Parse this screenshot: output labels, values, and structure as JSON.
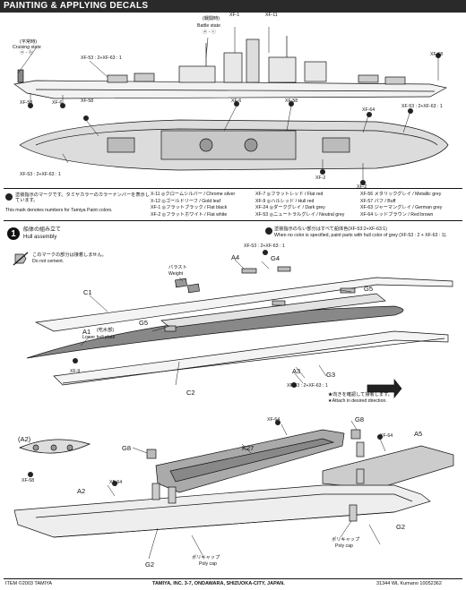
{
  "header": {
    "title": "PAINTING & APPLYING DECALS"
  },
  "top": {
    "cruising_label_jp": "(平常時)",
    "cruising_label": "Cruising state",
    "cruising_ab": "ⓐ - ⓑ",
    "battle_label_jp": "(戦闘時)",
    "battle_label": "Battle state",
    "battle_ab": "ⓐ - ⓒ",
    "xf_53_63": "XF-53 : 2+XF-63 : 1",
    "xf_53_63b": "XF-53 : 2+XF-63 : 1",
    "xf_53_63c": "XF-53 : 2+XF-63 : 1",
    "xf_53_63d": "XF-53 : 2+XF-63 : 1",
    "xf_58": "XF-58",
    "xf_58b": "XF-58",
    "xf_58c": "XF-58",
    "xf_58d": "XF-58",
    "xf_58e": "XF-58",
    "xf_1": "XF-1",
    "xf_11": "XF-11",
    "xf_6": "XF-6",
    "xf_6b": "XF-6",
    "xf_64": "XF-64",
    "xf_2": "XF-2",
    "xf_2b": "XF-2"
  },
  "legend_note_jp": "塗装指示のマークです。タミヤカラーのカラーナンバーを表示しています。",
  "legend_note": "This mark denotes numbers for Tamiya Paint colors.",
  "legend": {
    "col1": [
      "X-11 ◎クロームシルバー / Chrome silver",
      "X-12 ◎ゴールドリーフ / Gold leaf",
      "XF-1 ◎フラットブラック / Flat black",
      "XF-2 ◎フラットホワイト / Flat white"
    ],
    "col2": [
      "XF-7 ◎フラットレッド / Flat red",
      "XF-9 ◎ハルレッド / Hull red",
      "XF-24 ◎ダークグレイ / Dark grey",
      "XF-53 ◎ニュートラルグレイ / Neutral grey"
    ],
    "col3": [
      "XF-56 メタリックグレイ / Metallic grey",
      "XF-57 バフ / Buff",
      "XF-63 ジャーマングレイ / German grey",
      "XF-64 レッドブラウン / Red brown"
    ]
  },
  "step1": {
    "number": "1",
    "title_jp": "船体の組み立て",
    "title": "Hull assembly",
    "note_jp": "塗装指示のない部分はすべて船体色(XF-53:2+XF-63:1)",
    "note": "When no color is specified, paint parts with hull color of grey (XF-53 : 2 + XF-63 : 1).",
    "donotcement_jp": "このマークの部分は接着しません。",
    "donotcement": "Do not cement.",
    "ballast_jp": "バラスト",
    "ballast": "Weight",
    "a1": "A1",
    "a1_desc_jp": "(吃水部)",
    "a1_desc": "Lower hull plate",
    "xf9": "XF-9",
    "a3": "A3",
    "a3_paint": "XF-53 : 2+XF-63 : 1",
    "a4": "A4",
    "a4_paint": "XF-53 : 2+XF-63 : 1",
    "g3": "G3",
    "g4": "G4",
    "g5": "G5",
    "g5b": "G5",
    "c1": "C1",
    "c2": "C2",
    "attach_jp": "★向きを確認して接着します。",
    "attach": "★Attach in desired direction."
  },
  "lower": {
    "a2_box": "(A2)",
    "xf58": "XF-58",
    "a2": "A2",
    "xf64a": "XF-64",
    "xf64b": "XF-64",
    "xf64c": "XF-64",
    "k27": "K27",
    "g8a": "G8",
    "g8b": "G8",
    "a5": "A5",
    "g2a": "G2",
    "g2b": "G2",
    "polycap_jp": "ポリキャップ",
    "polycap": "Poly cap",
    "polycap2_jp": "ポリキャップ",
    "polycap2": "Poly cap"
  },
  "footer": {
    "left": "ITEM ©2003 TAMIYA",
    "center": "TAMIYA, INC. 3-7, ONDAWARA, SHIZUOKA-CITY, JAPAN.",
    "right": "31344  WL Kumano 10052362"
  }
}
